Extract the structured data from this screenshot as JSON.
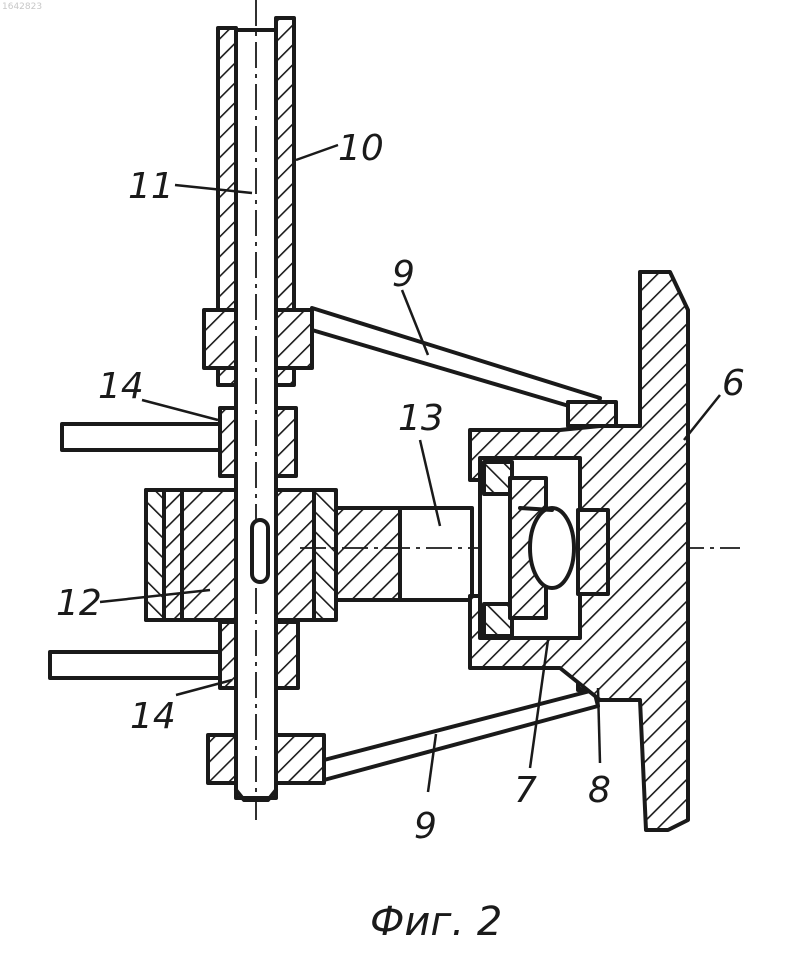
{
  "watermark": "1642823",
  "caption": "Фиг. 2",
  "labels": {
    "l10": "10",
    "l11": "11",
    "l9_top": "9",
    "l14_top": "14",
    "l13": "13",
    "l6": "6",
    "l12": "12",
    "l14_bottom": "14",
    "l7": "7",
    "l8": "8",
    "l9_bottom": "9"
  }
}
